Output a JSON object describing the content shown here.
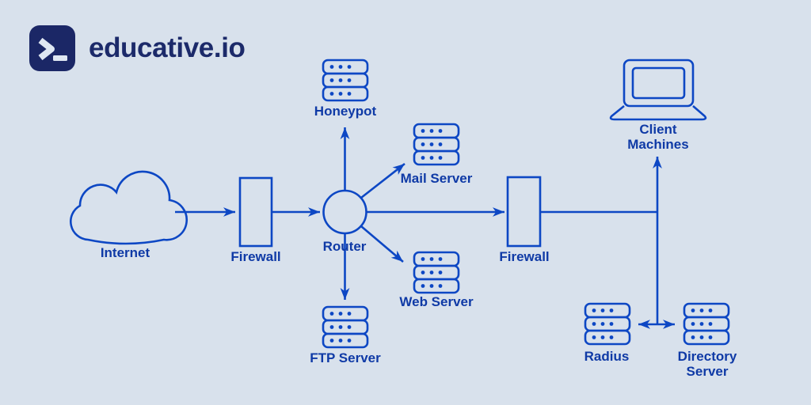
{
  "brand": {
    "name": "educative.io",
    "logo_icon": "terminal-prompt-icon"
  },
  "colors": {
    "background": "#d8e1ec",
    "diagram_line": "#0d47c4",
    "label_text": "#0f3aa6",
    "logo_navy": "#1b2766"
  },
  "nodes": {
    "internet": {
      "label": "Internet",
      "type": "cloud"
    },
    "firewall1": {
      "label": "Firewall",
      "type": "firewall"
    },
    "router": {
      "label": "Router",
      "type": "router"
    },
    "honeypot": {
      "label": "Honeypot",
      "type": "server"
    },
    "mail": {
      "label": "Mail Server",
      "type": "server"
    },
    "web": {
      "label": "Web Server",
      "type": "server"
    },
    "ftp": {
      "label": "FTP Server",
      "type": "server"
    },
    "firewall2": {
      "label": "Firewall",
      "type": "firewall"
    },
    "client": {
      "label": "Client Machines",
      "type": "laptop"
    },
    "radius": {
      "label": "Radius",
      "type": "server"
    },
    "directory": {
      "label": "Directory Server",
      "type": "server"
    }
  },
  "connections": [
    {
      "from": "internet",
      "to": "firewall1",
      "arrow": "end"
    },
    {
      "from": "firewall1",
      "to": "router",
      "arrow": "end"
    },
    {
      "from": "router",
      "to": "honeypot",
      "arrow": "end"
    },
    {
      "from": "router",
      "to": "mail",
      "arrow": "end"
    },
    {
      "from": "router",
      "to": "web",
      "arrow": "end"
    },
    {
      "from": "router",
      "to": "ftp",
      "arrow": "end"
    },
    {
      "from": "router",
      "to": "firewall2",
      "arrow": "end"
    },
    {
      "from": "firewall2",
      "to": "client",
      "arrow": "end"
    },
    {
      "from": "firewall2",
      "to": "radius-directory-link",
      "arrow": "none"
    },
    {
      "from": "radius",
      "to": "directory",
      "arrow": "both"
    }
  ]
}
